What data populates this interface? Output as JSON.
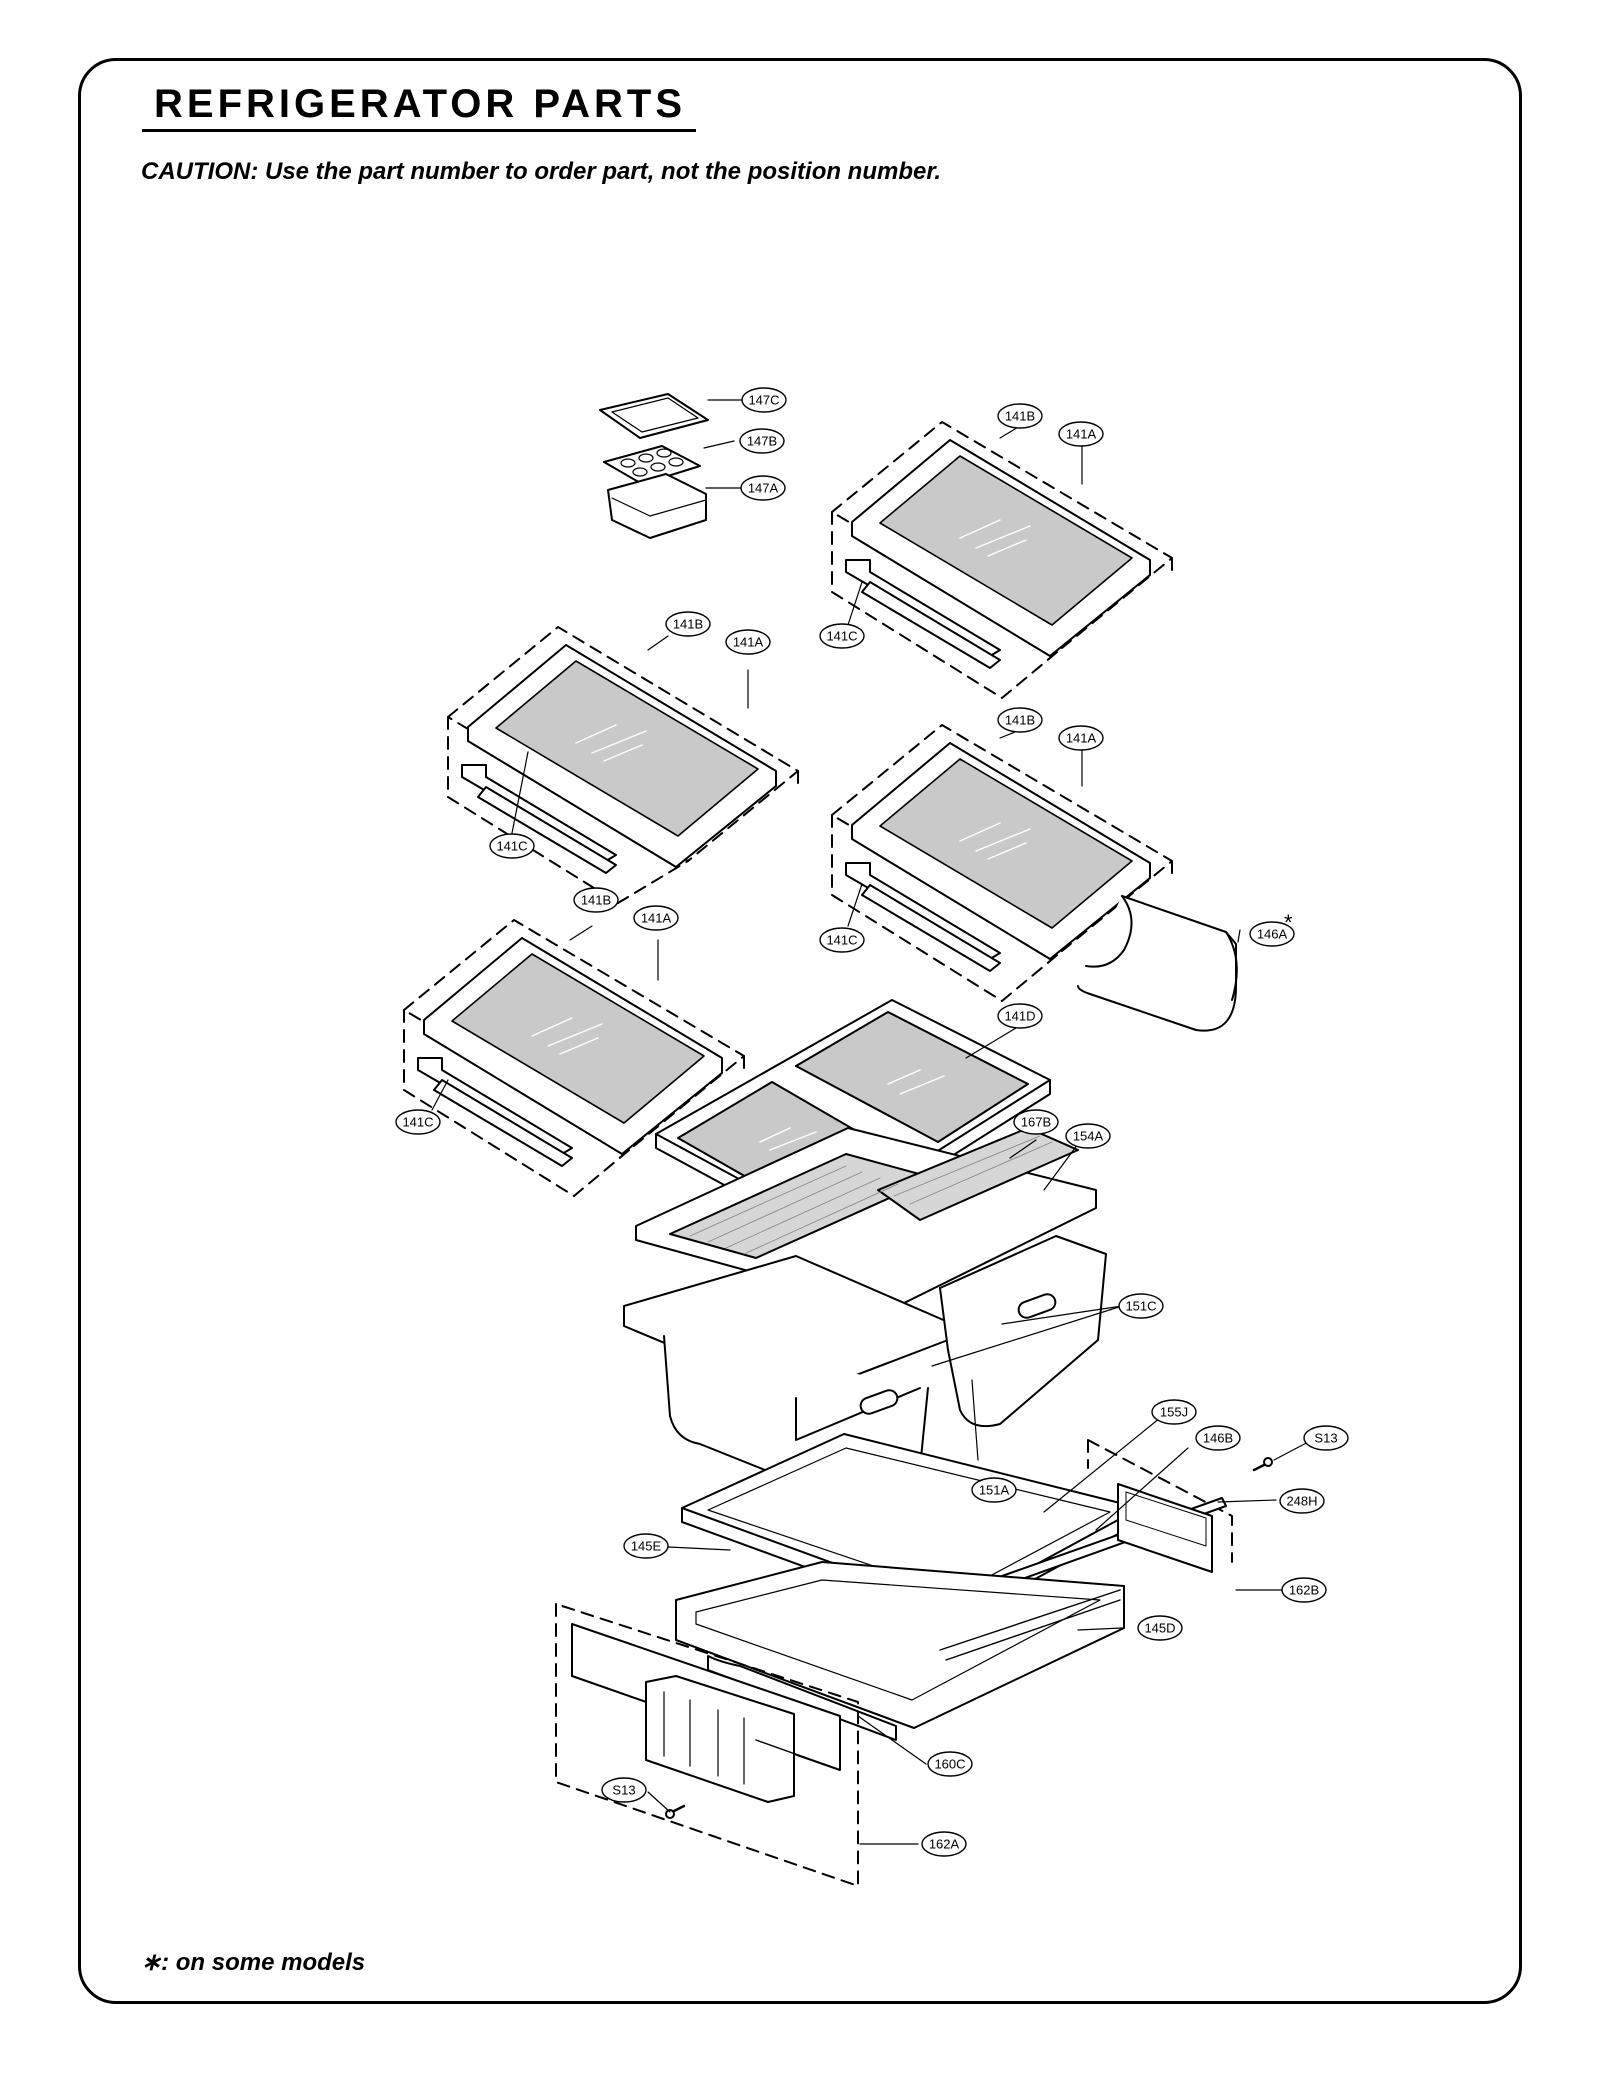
{
  "header": {
    "title": "REFRIGERATOR PARTS",
    "caution": "CAUTION: Use the part number to order part, not the position number."
  },
  "footnote": "∗: on some models",
  "callouts": [
    {
      "label": "147C"
    },
    {
      "label": "147B"
    },
    {
      "label": "147A"
    },
    {
      "label": "141B"
    },
    {
      "label": "141A"
    },
    {
      "label": "141C"
    },
    {
      "label": "141B"
    },
    {
      "label": "141A"
    },
    {
      "label": "141C"
    },
    {
      "label": "141B"
    },
    {
      "label": "141A"
    },
    {
      "label": "141C"
    },
    {
      "label": "146A"
    },
    {
      "label": "141B"
    },
    {
      "label": "141A"
    },
    {
      "label": "141C"
    },
    {
      "label": "141D"
    },
    {
      "label": "167B"
    },
    {
      "label": "154A"
    },
    {
      "label": "151C"
    },
    {
      "label": "155J"
    },
    {
      "label": "146B"
    },
    {
      "label": "S13"
    },
    {
      "label": "151A"
    },
    {
      "label": "248H"
    },
    {
      "label": "145E"
    },
    {
      "label": "162B"
    },
    {
      "label": "145D"
    },
    {
      "label": "160C"
    },
    {
      "label": "S13"
    },
    {
      "label": "162A"
    }
  ],
  "asterisk_mark": "*"
}
